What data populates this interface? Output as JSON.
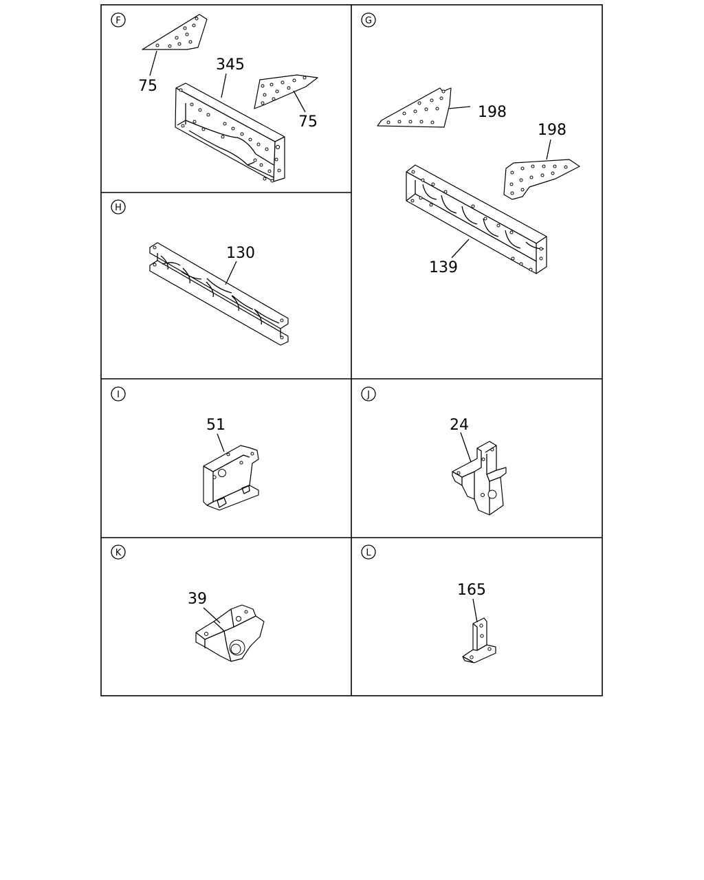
{
  "sections": [
    {
      "id": "F",
      "letter": "F",
      "parts": [
        "75",
        "345",
        "75"
      ]
    },
    {
      "id": "G",
      "letter": "G",
      "parts": [
        "198",
        "198",
        "139"
      ]
    },
    {
      "id": "H",
      "letter": "H",
      "parts": [
        "130"
      ]
    },
    {
      "id": "I",
      "letter": "I",
      "parts": [
        "51"
      ]
    },
    {
      "id": "J",
      "letter": "J",
      "parts": [
        "24"
      ]
    },
    {
      "id": "K",
      "letter": "K",
      "parts": [
        "39"
      ]
    },
    {
      "id": "L",
      "letter": "L",
      "parts": [
        "165"
      ]
    }
  ]
}
